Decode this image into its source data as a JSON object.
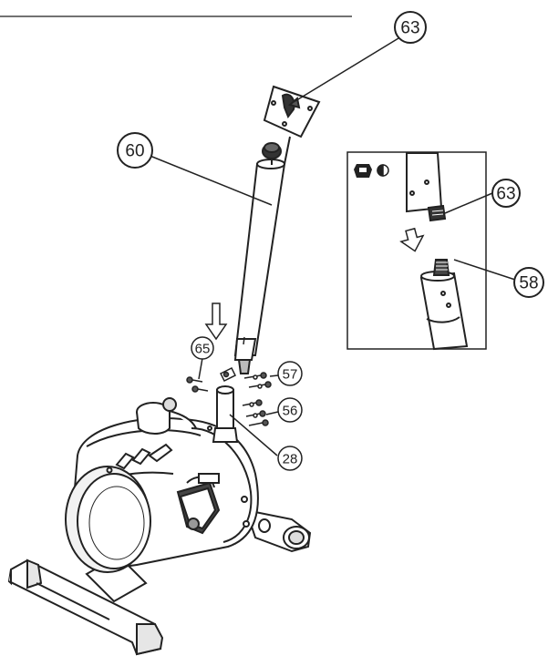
{
  "diagram": {
    "callouts": {
      "c63_main": "63",
      "c60": "60",
      "c65": "65",
      "c57": "57",
      "c56": "56",
      "c28": "28",
      "c63_inset": "63",
      "c58": "58"
    },
    "colors": {
      "line": "#222222",
      "fill": "#ffffff",
      "shade": "#d9d9d9",
      "dark": "#333333"
    },
    "icons": [
      "wrench-phone-icon",
      "moon-icon",
      "down-arrow-icon"
    ]
  }
}
